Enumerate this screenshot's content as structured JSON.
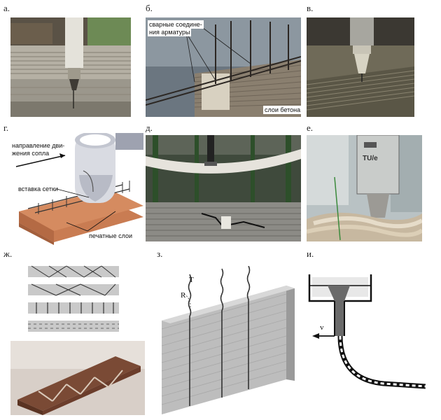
{
  "figure": {
    "panels": [
      {
        "id": "a",
        "label": "а."
      },
      {
        "id": "b",
        "label": "б.",
        "annotations": [
          "сварные соедине-",
          "ния арматуры",
          "слои бетона"
        ]
      },
      {
        "id": "v",
        "label": "в."
      },
      {
        "id": "g",
        "label": "г.",
        "annotations": [
          "направление дви-",
          "жения сопла",
          "вставка сетки",
          "печатные слои"
        ]
      },
      {
        "id": "d",
        "label": "д."
      },
      {
        "id": "e",
        "label": "е.",
        "annotations": [
          "TU/e"
        ]
      },
      {
        "id": "zh",
        "label": "ж."
      },
      {
        "id": "z",
        "label": "з.",
        "annotations": [
          "T",
          "R"
        ]
      },
      {
        "id": "i",
        "label": "и.",
        "annotations": [
          "v"
        ]
      }
    ]
  }
}
